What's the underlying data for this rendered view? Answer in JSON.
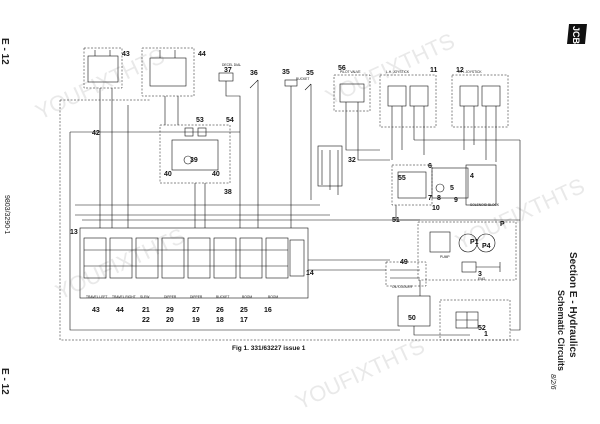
{
  "page": {
    "number": "E - 12",
    "doc_code": "9803/3290-1",
    "section_title": "Section E - Hydraulics",
    "section_subtitle": "Schematic Circuits",
    "section_page": "8/2/6",
    "figure_caption": "Fig 1. 331/63227 issue 1",
    "logo_text": "JCB",
    "watermark": "YOUFIXTHTS"
  },
  "callouts": [
    "43",
    "44",
    "42",
    "37",
    "36",
    "35",
    "35",
    "56",
    "11",
    "12",
    "53",
    "54",
    "39",
    "40",
    "40",
    "38",
    "32",
    "55",
    "6",
    "5",
    "4",
    "7",
    "8",
    "9",
    "10",
    "13",
    "51",
    "3",
    "P",
    "P1",
    "P4",
    "49",
    "14",
    "50",
    "52",
    "1",
    "43",
    "44",
    "21",
    "29",
    "27",
    "26",
    "25",
    "16",
    "22",
    "20",
    "19",
    "18",
    "17"
  ],
  "small_labels": {
    "decel": "DECEL DIAL",
    "boom": "BOOM",
    "bucket": "BUCKET",
    "pilot": "PILOT VALVE",
    "left_joystick": "L.H. JOYSTICK",
    "right_joystick": "R.H. JOYSTICK",
    "travel_left": "TRAVEL LEFT",
    "travel_right": "TRAVEL RIGHT",
    "slew": "SLEW",
    "dipper": "DIPPER",
    "oil_cooler": "OIL COOLER",
    "pump": "PUMP",
    "solenoid_block": "SOLENOID BLOCK",
    "engine": "ENG"
  }
}
